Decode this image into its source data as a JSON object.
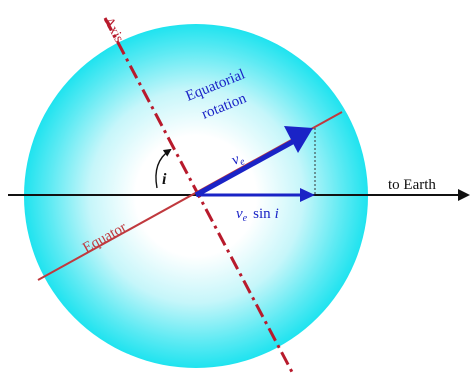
{
  "labels": {
    "axis": "Axis",
    "to_earth": "to Earth",
    "equator": "Equator",
    "equatorial_rotation_line1": "Equatorial",
    "equatorial_rotation_line2": "rotation",
    "ve_symbol": "v",
    "ve_subscript": "e",
    "sin_text": "sin",
    "inclination_symbol": "i"
  },
  "colors": {
    "star_center": "#ffffff",
    "star_edge": "#1fe3ef",
    "axis_line": "#b81a2c",
    "equator_line": "#c0393e",
    "arrows": "#1a23c6",
    "baseline": "#111111",
    "dotted_guide": "#333333"
  }
}
